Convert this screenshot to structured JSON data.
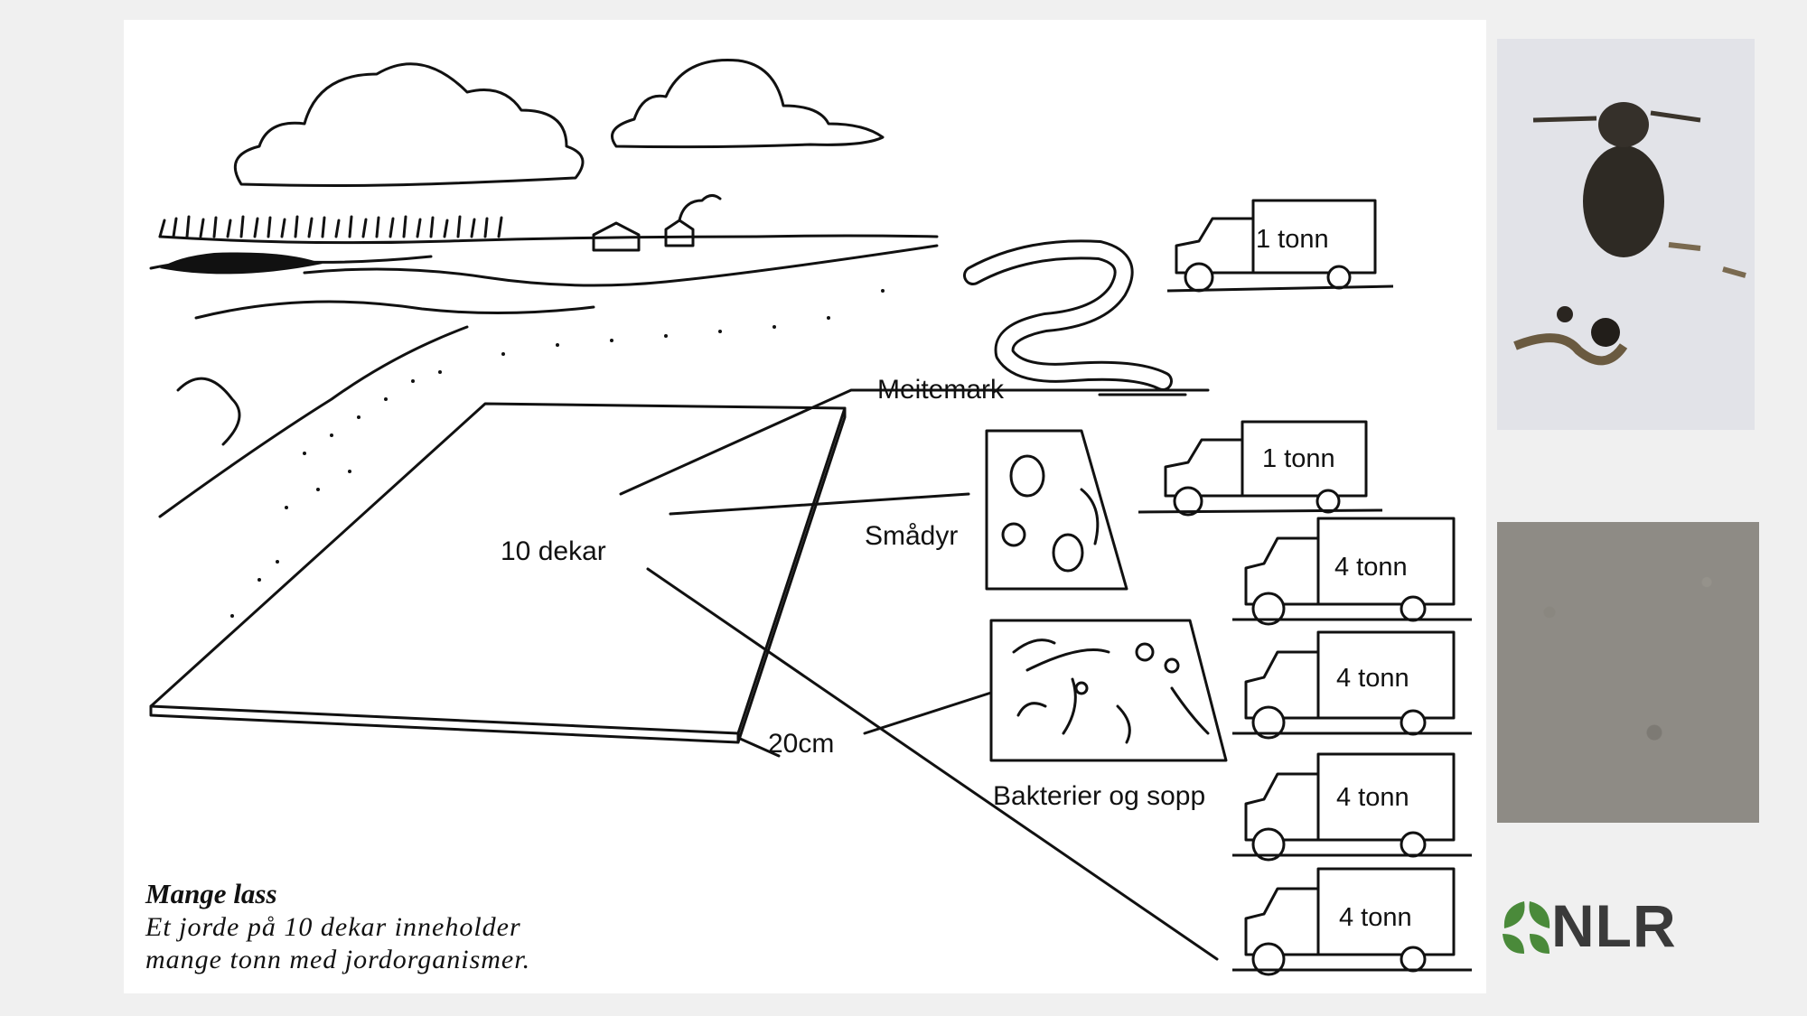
{
  "diagram": {
    "labels": {
      "area": "10 dekar",
      "depth": "20cm",
      "earthworm": "Meitemark",
      "small_animals": "Smådyr",
      "bacteria": "Bakterier og sopp"
    },
    "trucks": [
      {
        "load": "1 tonn"
      },
      {
        "load": "1 tonn"
      },
      {
        "load": "4 tonn"
      },
      {
        "load": "4 tonn"
      },
      {
        "load": "4 tonn"
      },
      {
        "load": "4 tonn"
      }
    ],
    "caption": {
      "title": "Mange lass",
      "line1": "Et jorde på 10 dekar inneholder",
      "line2": "mange tonn med jordorganismer."
    }
  },
  "logo": {
    "text": "NLR",
    "colors": {
      "leaf": "#4a8a3a",
      "text": "#3a3a3a"
    }
  }
}
